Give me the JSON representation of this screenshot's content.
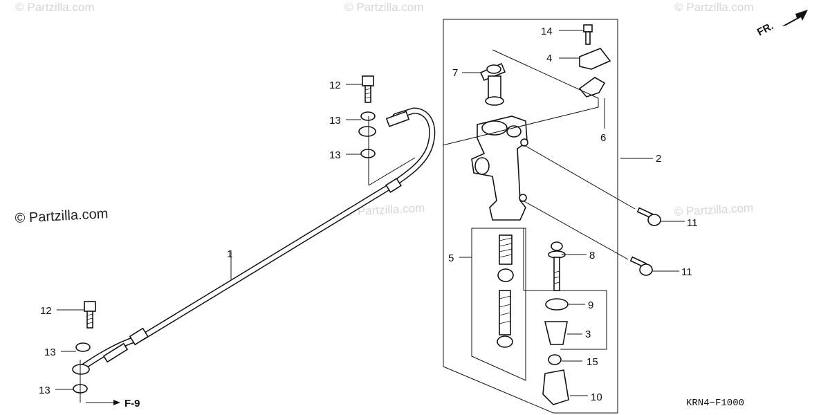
{
  "watermarks": {
    "top_left": "© Partzilla.com",
    "top_center": "© Partzilla.com",
    "top_right": "© Partzilla.com",
    "main": "© Partzilla.com",
    "center": "© Partzilla.com",
    "right": "© Partzilla.com"
  },
  "direction_indicator": "FR.",
  "reference_arrow": "F-9",
  "diagram_code": "KRN4−F1000",
  "callouts": {
    "c1": "1",
    "c2": "2",
    "c3": "3",
    "c4": "4",
    "c5": "5",
    "c6": "6",
    "c7": "7",
    "c8": "8",
    "c9": "9",
    "c10": "10",
    "c11a": "11",
    "c11b": "11",
    "c12a": "12",
    "c12b": "12",
    "c13a": "13",
    "c13b": "13",
    "c13c": "13",
    "c13d": "13",
    "c14": "14",
    "c15": "15"
  }
}
